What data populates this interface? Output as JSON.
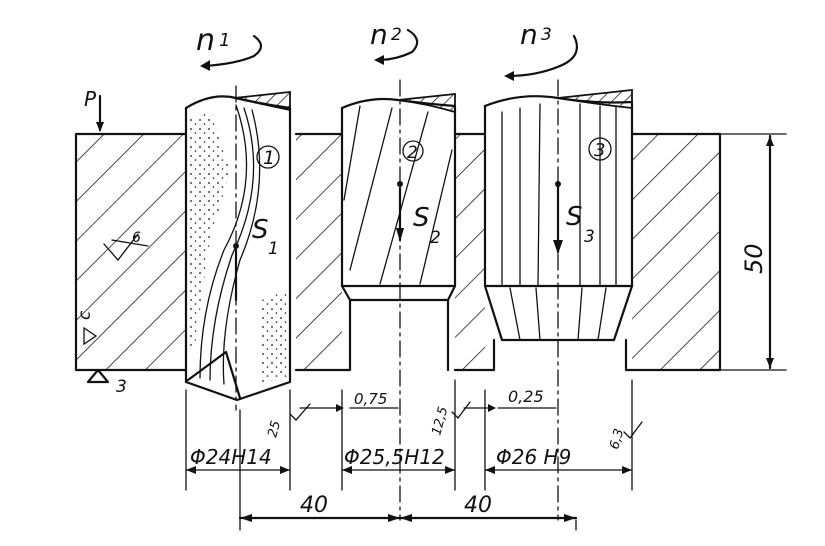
{
  "labels": {
    "n1": "n",
    "n1_sub": "1",
    "n2": "n",
    "n2_sub": "2",
    "n3": "n",
    "n3_sub": "3",
    "force": "P",
    "tool1_num": "1",
    "tool2_num": "2",
    "tool3_num": "3",
    "s1": "S",
    "s1_sub": "1",
    "s2": "S",
    "s2_sub": "2",
    "s3": "S",
    "s3_sub": "3",
    "height": "50",
    "allow_1": "0,75",
    "allow_2": "0,25",
    "dia_1": "Φ24H14",
    "dia_2": "Φ25,5H12",
    "dia_3": "Φ26 H9",
    "rough_1": "25",
    "rough_2": "12,5",
    "rough_3": "6,3",
    "pitch_1": "40",
    "pitch_2": "40",
    "surf_bottom": "3",
    "surf_left": "c",
    "surf_mark": "6"
  }
}
